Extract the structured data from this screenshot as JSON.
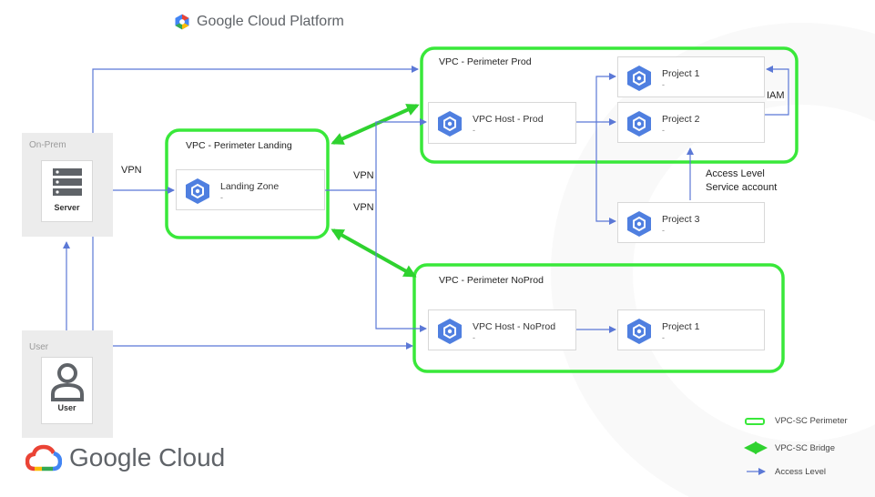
{
  "header": {
    "platform_title": "Google Cloud Platform"
  },
  "footer": {
    "brand": "Google Cloud"
  },
  "colors": {
    "perimeter": "#39e83a",
    "arrow": "#5b78d6",
    "node_icon": "#4f7fe0"
  },
  "on_prem": {
    "label": "On-Prem",
    "server_label": "Server"
  },
  "user_panel": {
    "label": "User",
    "user_label": "User"
  },
  "perimeters": {
    "landing": {
      "title": "VPC - Perimeter Landing"
    },
    "prod": {
      "title": "VPC - Perimeter Prod"
    },
    "noprod": {
      "title": "VPC - Perimeter NoProd"
    }
  },
  "nodes": {
    "landing_zone": {
      "title": "Landing Zone",
      "sub": "-",
      "icon": "project-hex-icon"
    },
    "vpc_host_prod": {
      "title": "VPC Host - Prod",
      "sub": "-",
      "icon": "project-hex-icon"
    },
    "prod_project1": {
      "title": "Project 1",
      "sub": "-",
      "icon": "project-hex-icon"
    },
    "prod_project2": {
      "title": "Project 2",
      "sub": "-",
      "icon": "project-hex-icon"
    },
    "project3": {
      "title": "Project 3",
      "sub": "-",
      "icon": "project-hex-icon"
    },
    "vpc_host_noprod": {
      "title": "VPC Host - NoProd",
      "sub": "-",
      "icon": "project-hex-icon"
    },
    "noprod_project1": {
      "title": "Project 1",
      "sub": "-",
      "icon": "project-hex-icon"
    }
  },
  "edge_labels": {
    "vpn_onprem": "VPN",
    "vpn_upper": "VPN",
    "vpn_lower": "VPN",
    "iam": "IAM",
    "access_level": "Access Level",
    "service_account": "Service account"
  },
  "legend": {
    "perimeter": "VPC-SC Perimeter",
    "bridge": "VPC-SC Bridge",
    "access_level": "Access Level"
  }
}
